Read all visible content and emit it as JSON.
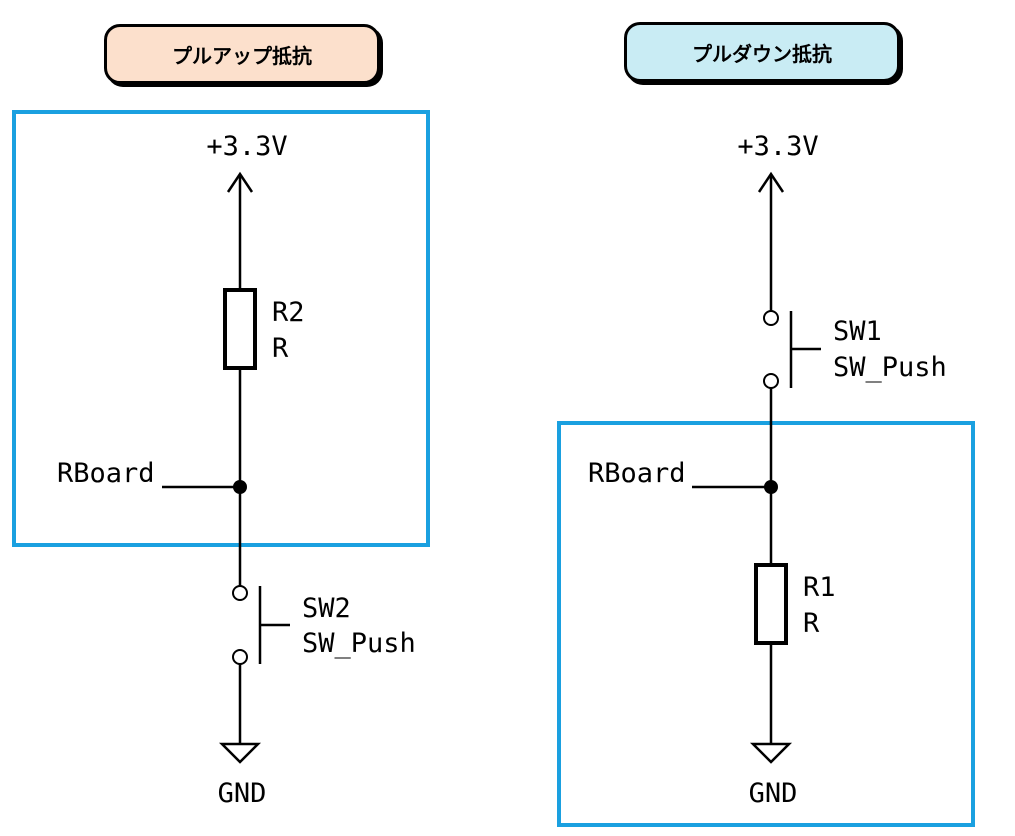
{
  "colors": {
    "pullup_title_bg": "#fce0cc",
    "pulldown_title_bg": "#c9ecf4",
    "highlight_box": "#1aa0e0",
    "wire": "#000000"
  },
  "pullup": {
    "title": "プルアップ抵抗",
    "supply_label": "+3.3V",
    "resistor_ref": "R2",
    "resistor_value": "R",
    "net_label": "RBoard",
    "switch_ref": "SW2",
    "switch_value": "SW_Push",
    "ground_label": "GND"
  },
  "pulldown": {
    "title": "プルダウン抵抗",
    "supply_label": "+3.3V",
    "switch_ref": "SW1",
    "switch_value": "SW_Push",
    "net_label": "RBoard",
    "resistor_ref": "R1",
    "resistor_value": "R",
    "ground_label": "GND"
  }
}
